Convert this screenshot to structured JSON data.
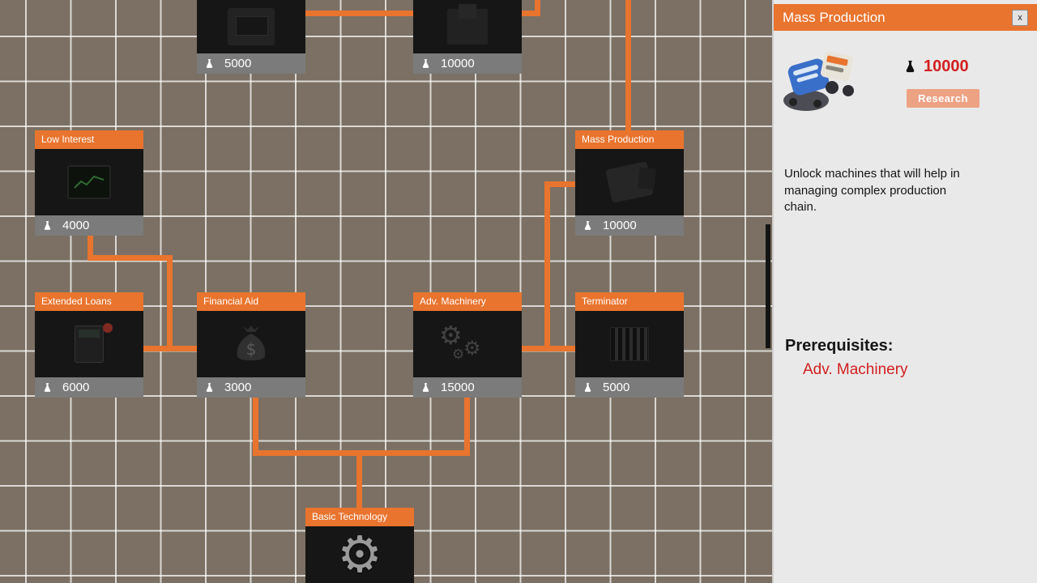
{
  "panel": {
    "title": "Mass Production",
    "close": "x",
    "cost": "10000",
    "research": "Research",
    "description": "Unlock machines that will help in managing complex production chain.",
    "prerequisites_label": "Prerequisites:",
    "prerequisite": "Adv. Machinery"
  },
  "nodes": [
    {
      "title": "",
      "cost": "5000"
    },
    {
      "title": "",
      "cost": "10000"
    },
    {
      "title": "Low Interest",
      "cost": "4000"
    },
    {
      "title": "Mass Production",
      "cost": "10000"
    },
    {
      "title": "Extended Loans",
      "cost": "6000"
    },
    {
      "title": "Financial Aid",
      "cost": "3000"
    },
    {
      "title": "Adv. Machinery",
      "cost": "15000"
    },
    {
      "title": "Terminator",
      "cost": "5000"
    },
    {
      "title": "Basic Technology",
      "cost": ""
    }
  ],
  "icons": {
    "gear": "⚙"
  },
  "colors": {
    "accent_orange": "#e9742e",
    "cost_red": "#d21f1f",
    "research_button": "#eda284",
    "map_background": "#7b7063",
    "node_body": "#161616",
    "node_cost_bar": "#7b7b7b"
  }
}
